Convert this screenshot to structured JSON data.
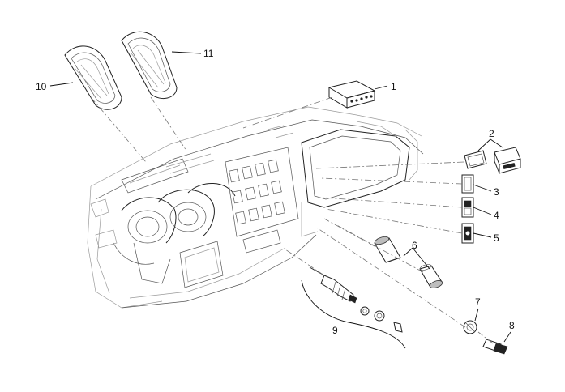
{
  "colors": {
    "line": "#222222",
    "background": "#ffffff"
  },
  "callouts": {
    "c1": "1",
    "c2": "2",
    "c3": "3",
    "c4": "4",
    "c5": "5",
    "c6": "6",
    "c7": "7",
    "c8": "8",
    "c9": "9",
    "c10": "10",
    "c11": "11"
  }
}
